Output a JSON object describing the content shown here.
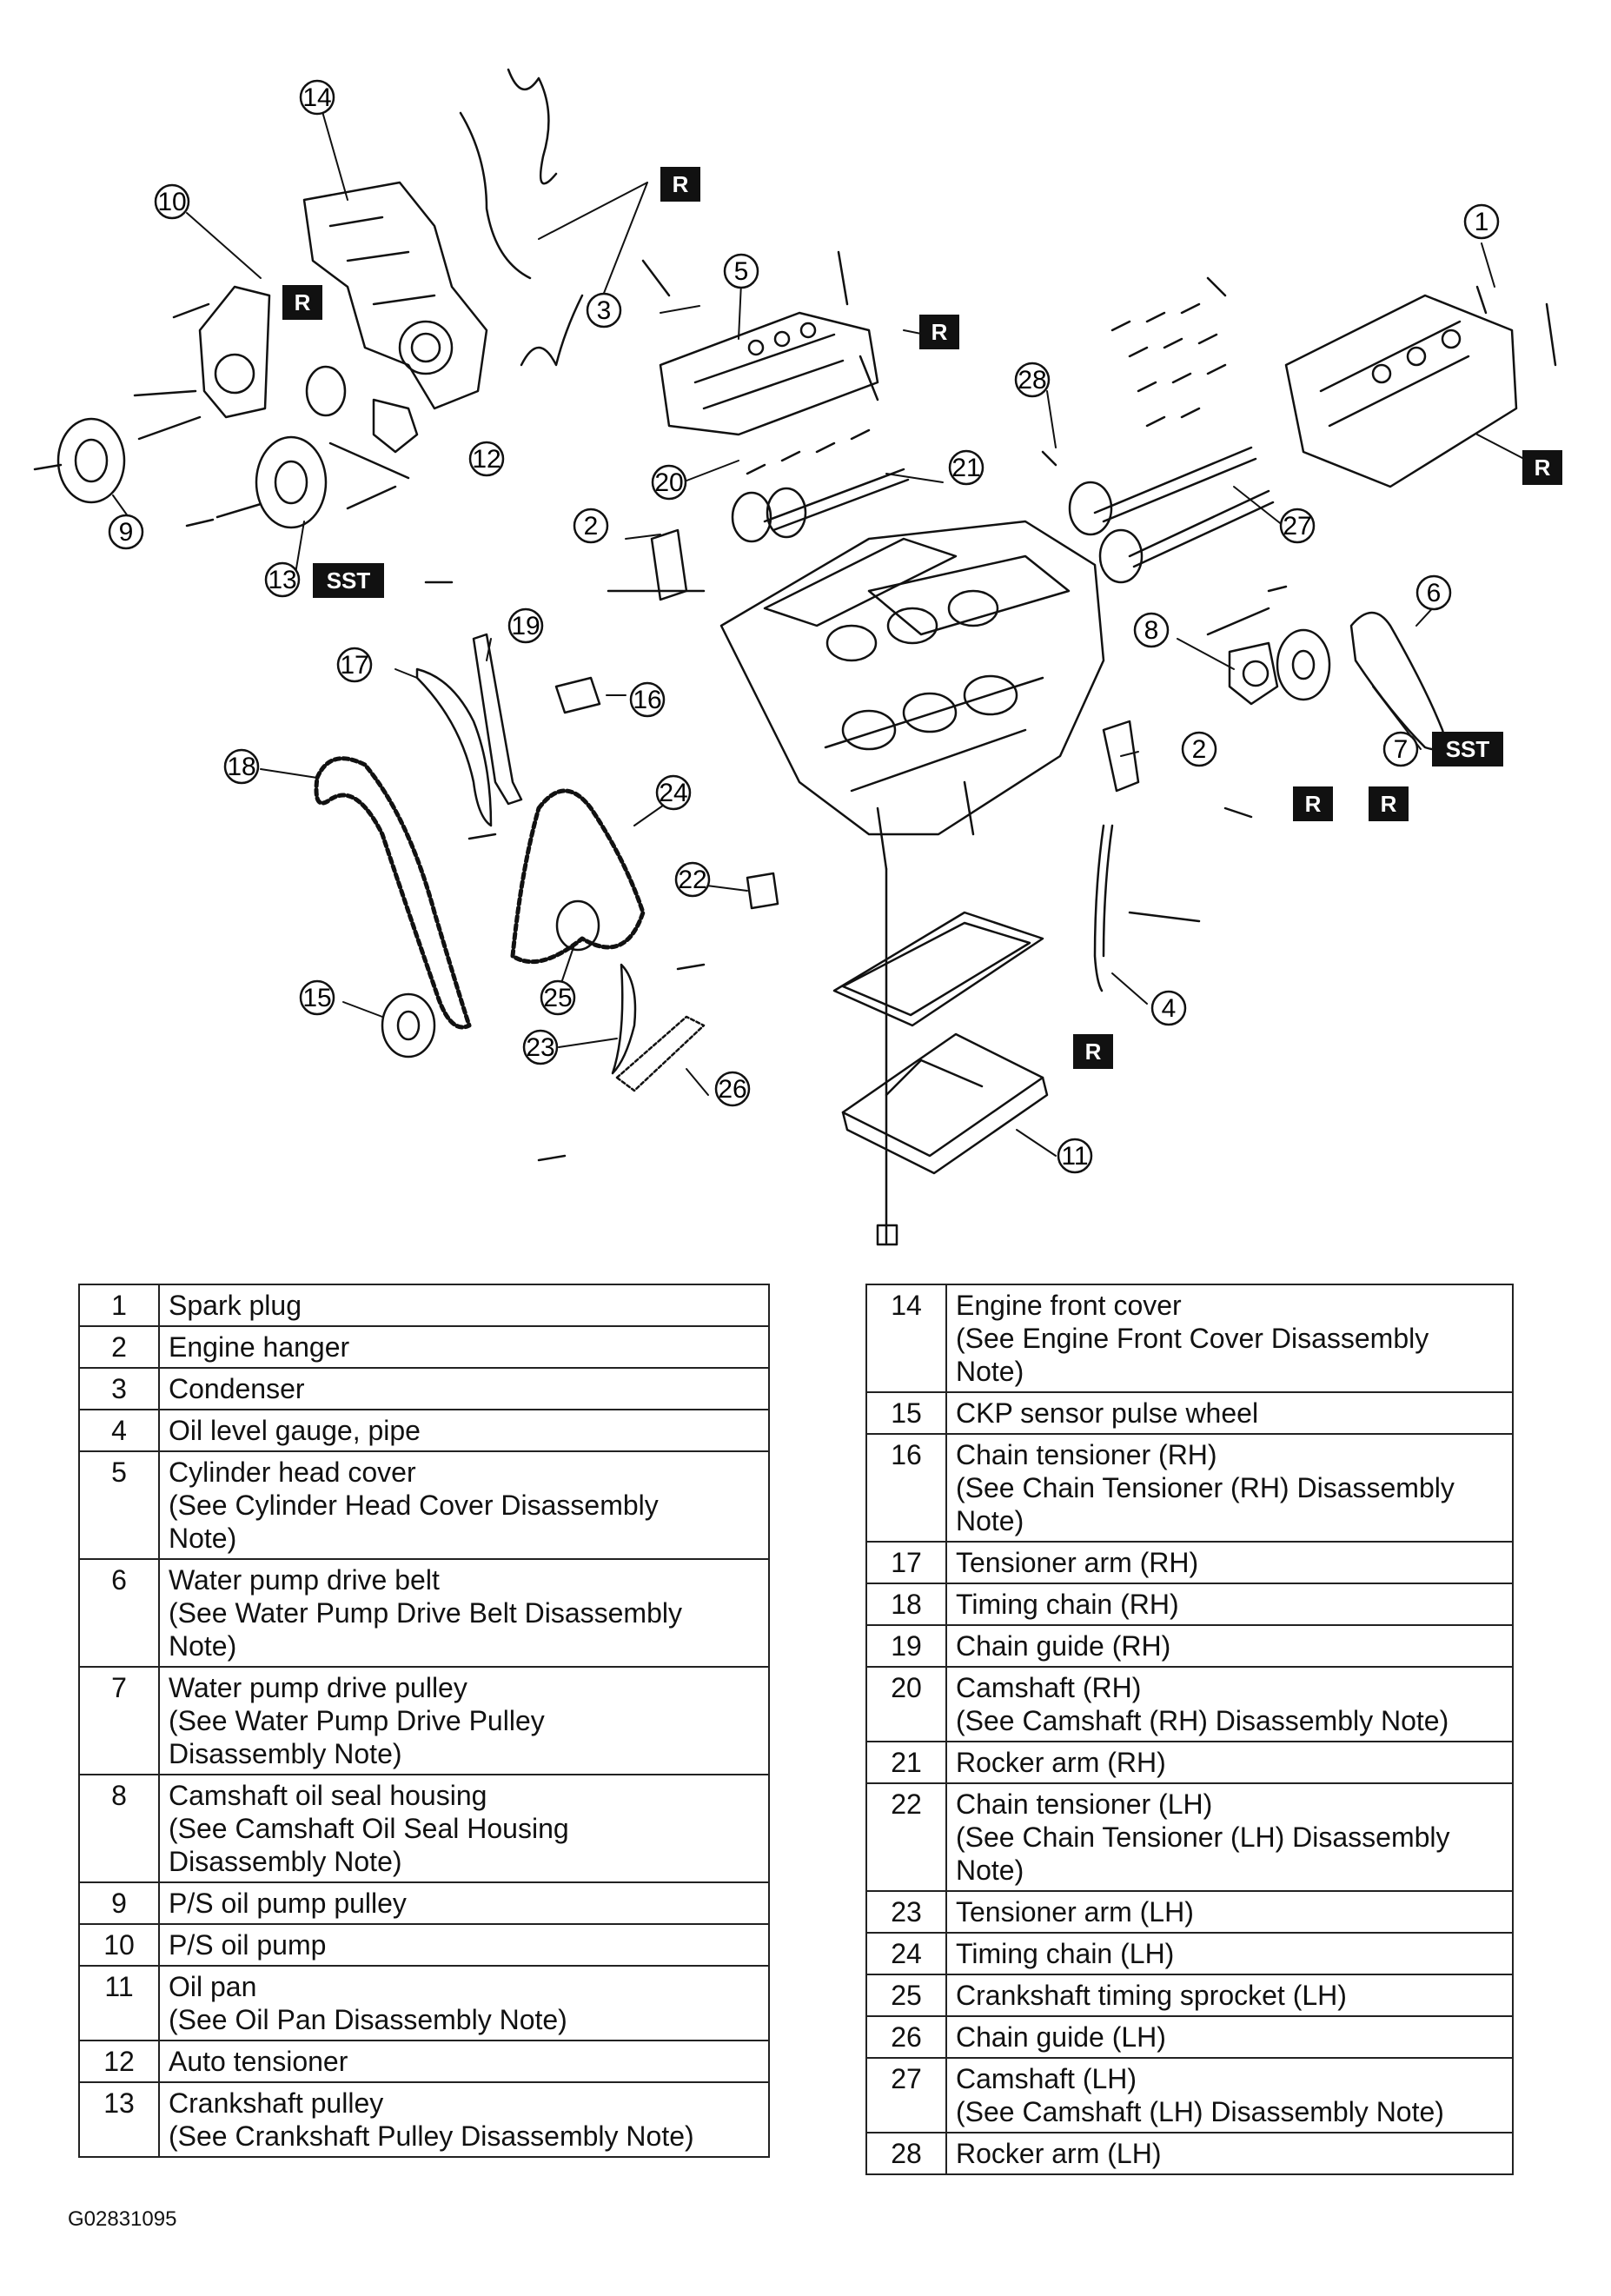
{
  "figure_code": "G02831095",
  "diagram": {
    "tags": {
      "reuse": "R",
      "special_tool": "SST"
    },
    "callout_labels": [
      "1",
      "2",
      "3",
      "4",
      "5",
      "6",
      "7",
      "8",
      "9",
      "10",
      "11",
      "12",
      "13",
      "14",
      "15",
      "16",
      "17",
      "18",
      "19",
      "20",
      "21",
      "22",
      "23",
      "24",
      "25",
      "26",
      "27",
      "28"
    ]
  },
  "parts_left": [
    {
      "num": "1",
      "desc": "Spark plug"
    },
    {
      "num": "2",
      "desc": "Engine hanger"
    },
    {
      "num": "3",
      "desc": "Condenser"
    },
    {
      "num": "4",
      "desc": "Oil level gauge, pipe"
    },
    {
      "num": "5",
      "desc": "Cylinder head cover\n(See Cylinder Head Cover Disassembly\nNote)"
    },
    {
      "num": "6",
      "desc": "Water pump drive belt\n(See Water Pump Drive Belt Disassembly\nNote)"
    },
    {
      "num": "7",
      "desc": "Water pump drive pulley\n(See Water Pump Drive Pulley\nDisassembly Note)"
    },
    {
      "num": "8",
      "desc": "Camshaft oil seal housing\n(See Camshaft Oil Seal Housing\nDisassembly Note)"
    },
    {
      "num": "9",
      "desc": "P/S oil pump pulley"
    },
    {
      "num": "10",
      "desc": "P/S oil pump"
    },
    {
      "num": "11",
      "desc": "Oil pan\n(See Oil Pan Disassembly Note)"
    },
    {
      "num": "12",
      "desc": "Auto tensioner"
    },
    {
      "num": "13",
      "desc": "Crankshaft pulley\n(See Crankshaft Pulley Disassembly Note)"
    }
  ],
  "parts_right": [
    {
      "num": "14",
      "desc": "Engine front cover\n(See Engine Front Cover Disassembly\nNote)"
    },
    {
      "num": "15",
      "desc": "CKP sensor pulse wheel"
    },
    {
      "num": "16",
      "desc": "Chain tensioner (RH)\n(See Chain Tensioner (RH) Disassembly\nNote)"
    },
    {
      "num": "17",
      "desc": "Tensioner arm (RH)"
    },
    {
      "num": "18",
      "desc": "Timing chain (RH)"
    },
    {
      "num": "19",
      "desc": "Chain guide (RH)"
    },
    {
      "num": "20",
      "desc": "Camshaft (RH)\n(See Camshaft (RH) Disassembly Note)"
    },
    {
      "num": "21",
      "desc": "Rocker arm (RH)"
    },
    {
      "num": "22",
      "desc": "Chain tensioner (LH)\n(See Chain Tensioner (LH) Disassembly\nNote)"
    },
    {
      "num": "23",
      "desc": "Tensioner arm (LH)"
    },
    {
      "num": "24",
      "desc": "Timing chain (LH)"
    },
    {
      "num": "25",
      "desc": "Crankshaft timing sprocket (LH)"
    },
    {
      "num": "26",
      "desc": "Chain guide (LH)"
    },
    {
      "num": "27",
      "desc": "Camshaft (LH)\n(See Camshaft (LH) Disassembly Note)"
    },
    {
      "num": "28",
      "desc": "Rocker arm (LH)"
    }
  ]
}
